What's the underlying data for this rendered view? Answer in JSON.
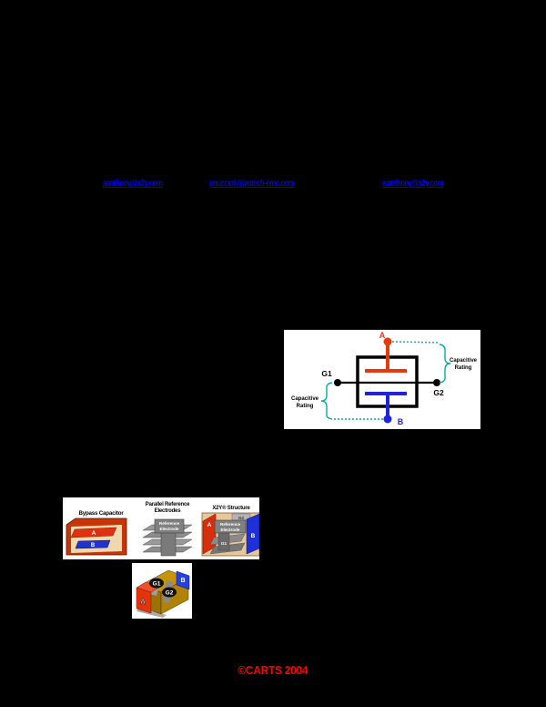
{
  "page": {
    "background": "#000000"
  },
  "author_links": {
    "color": "#0000FF",
    "items": [
      {
        "text": "aanthony@x2y.com"
      },
      {
        "text": "jmuccioli@jastech-emc.com"
      },
      {
        "text": "wanthony@x2y.com"
      }
    ]
  },
  "schematic": {
    "terminal_a": "A",
    "terminal_b": "B",
    "terminal_g1": "G1",
    "terminal_g2": "G2",
    "left_label_line1": "Capacitive",
    "left_label_line2": "Rating",
    "right_label_line1": "Capacitive",
    "right_label_line2": "Rating",
    "colors": {
      "panel_bg": "#FFFFFF",
      "electrode_a": "#E8380D",
      "electrode_b": "#2222DD",
      "brace": "#00AAAA",
      "line": "#000000"
    }
  },
  "structure_figure": {
    "panel1_title": "Bypass Capacitor",
    "panel2_title_line1": "Parallel Reference",
    "panel2_title_line2": "Electrodes",
    "panel3_title": "X2Y® Structure",
    "plate_a_label": "A",
    "plate_b_label": "B",
    "reference_line1": "Reference",
    "reference_line2": "Electrode",
    "panel3_reference_line1": "Reference",
    "panel3_reference_line2": "Electrode",
    "panel3_a": "A",
    "panel3_b": "B",
    "panel3_g1": "G1",
    "panel3_g2": "G2"
  },
  "chip_figure": {
    "label_a": "A",
    "label_b": "B",
    "label_g1": "G1",
    "label_g2": "G2"
  },
  "footer": {
    "text": "©CARTS 2004",
    "color": "#FF0000"
  }
}
